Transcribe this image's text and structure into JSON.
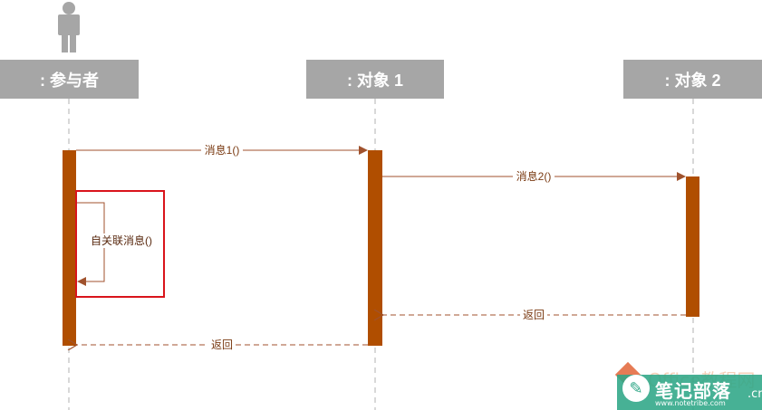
{
  "lifelines": {
    "actor": {
      "label": ": 参与者"
    },
    "object1": {
      "label": ": 对象 1"
    },
    "object2": {
      "label": ": 对象 2"
    }
  },
  "messages": {
    "m1": {
      "label": "消息1()"
    },
    "m2": {
      "label": "消息2()"
    },
    "self": {
      "label": "自关联消息()"
    },
    "return1": {
      "label": "返回"
    },
    "return2": {
      "label": "返回"
    }
  },
  "watermark": {
    "title": "Office教程网",
    "brand": "笔记部落",
    "suffix": ".cn",
    "url": "www.notetribe.com"
  },
  "colors": {
    "header_bg": "#a6a6a6",
    "activation": "#b04e00",
    "message_line": "#a0522d",
    "highlight_box": "#d9141b",
    "lifeline_dash": "#b0b0b0",
    "watermark_bg": "#2ea686"
  }
}
